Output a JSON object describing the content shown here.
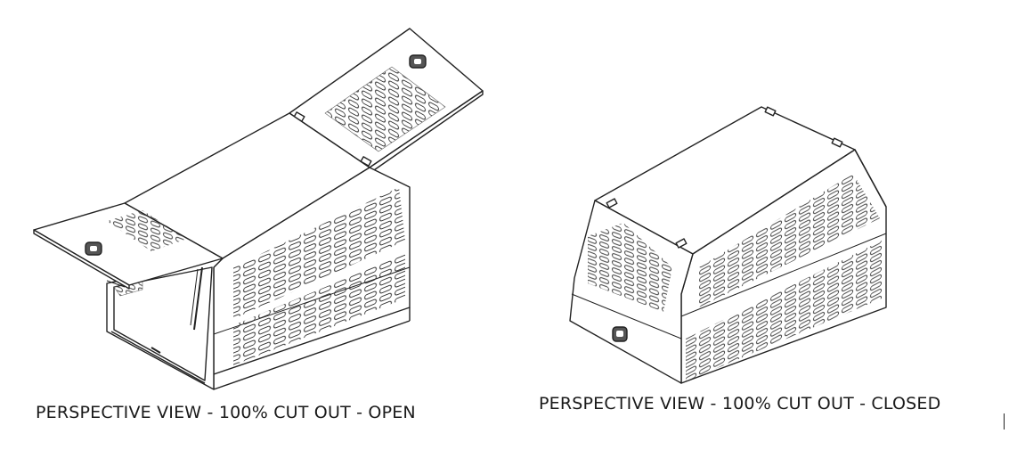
{
  "views": [
    {
      "id": "open",
      "caption": "PERSPECTIVE VIEW - 100% CUT OUT - OPEN"
    },
    {
      "id": "closed",
      "caption": "PERSPECTIVE VIEW - 100% CUT OUT - CLOSED"
    }
  ],
  "colors": {
    "line": "#222222",
    "paper": "#ffffff",
    "slot": "#444444"
  },
  "icons": [
    "lock-icon"
  ]
}
